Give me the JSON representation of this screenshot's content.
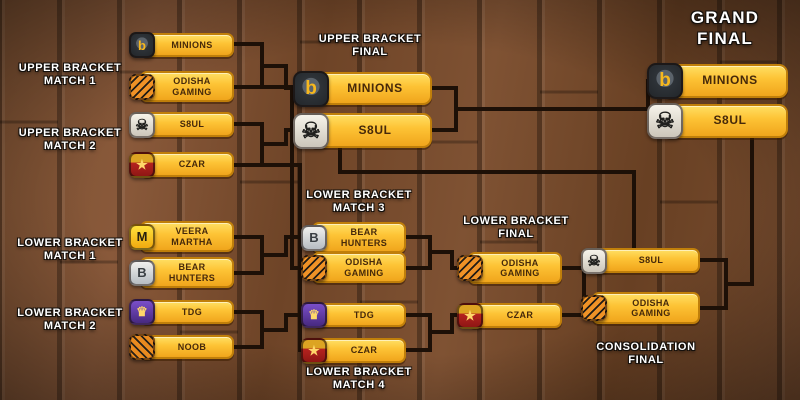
{
  "colors": {
    "box_gold": "#fdc335",
    "box_border": "#c07f0a",
    "box_text": "#46290a",
    "connector_line": "#1d1007",
    "label_text": "#ffffff",
    "wood_base": "#714628"
  },
  "labels": {
    "upper_match1": "UPPER BRACKET\nMATCH 1",
    "upper_match2": "UPPER BRACKET\nMATCH 2",
    "lower_match1": "LOWER BRACKET\nMATCH 1",
    "lower_match2": "LOWER BRACKET\nMATCH 2",
    "upper_final": "UPPER BRACKET\nFINAL",
    "lower_match3": "LOWER BRACKET\nMATCH 3",
    "lower_match4": "LOWER BRACKET\nMATCH 4",
    "lower_final": "LOWER BRACKET\nFINAL",
    "consolidation_final": "CONSOLIDATION\nFINAL",
    "grand_final": "GRAND\nFINAL"
  },
  "slots": {
    "ub_m1_a": "MINIONS",
    "ub_m1_b": "ODISHA\nGAMING",
    "ub_m2_a": "S8UL",
    "ub_m2_b": "CZAR",
    "lb_m1_a": "VEERA\nMARTHA",
    "lb_m1_b": "BEAR\nHUNTERS",
    "lb_m2_a": "TDG",
    "lb_m2_b": "NOOB",
    "ubf_a": "MINIONS",
    "ubf_b": "S8UL",
    "lb_m3_a": "BEAR\nHUNTERS",
    "lb_m3_b": "ODISHA\nGAMING",
    "lb_m4_a": "TDG",
    "lb_m4_b": "CZAR",
    "lbf_a": "ODISHA\nGAMING",
    "lbf_b": "CZAR",
    "cons_a": "S8UL",
    "cons_b": "ODISHA\nGAMING",
    "gf_a": "MINIONS",
    "gf_b": "S8UL"
  },
  "icons": {
    "minions": {
      "label": "minions-gear-icon",
      "glyph": "b"
    },
    "odisha": {
      "label": "odisha-tiger-icon",
      "glyph": ""
    },
    "s8ul": {
      "label": "s8ul-skull-icon",
      "glyph": "☠"
    },
    "czar": {
      "label": "czar-crest-icon",
      "glyph": "★"
    },
    "veera": {
      "label": "veera-martha-m-icon",
      "glyph": "M"
    },
    "bear": {
      "label": "bear-hunters-bear-icon",
      "glyph": "B"
    },
    "tdg": {
      "label": "tdg-crown-icon",
      "glyph": "♛"
    },
    "noob": {
      "label": "noob-tiger-icon",
      "glyph": ""
    }
  }
}
